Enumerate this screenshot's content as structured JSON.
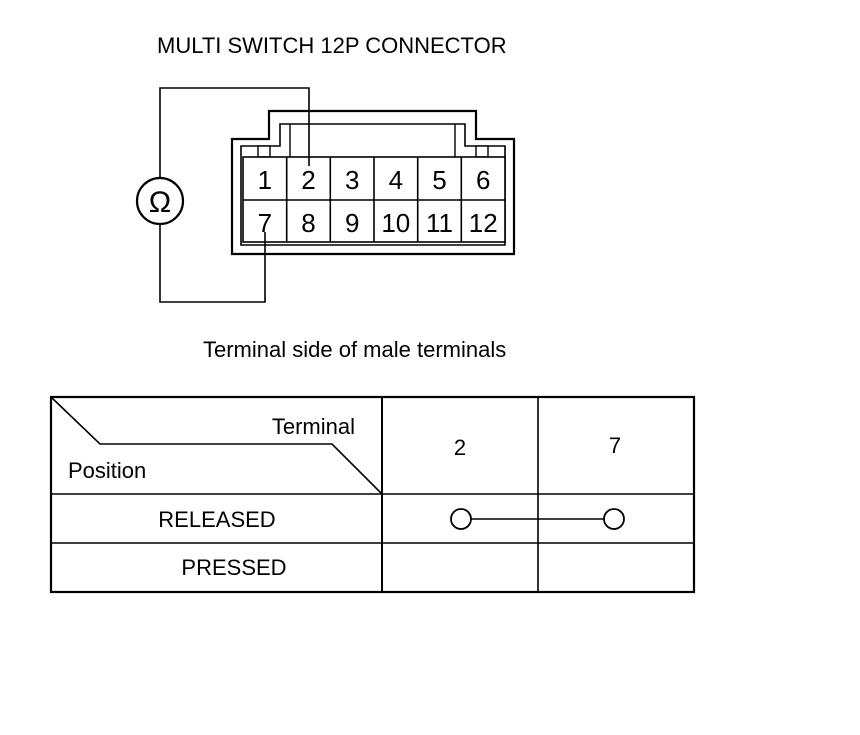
{
  "title": "MULTI SWITCH 12P CONNECTOR",
  "subtitle": "Terminal side of male terminals",
  "meter": {
    "symbol": "Ω",
    "icon": "ohmmeter-icon",
    "probes": [
      "2",
      "7"
    ]
  },
  "connector": {
    "rows": [
      [
        "1",
        "2",
        "3",
        "4",
        "5",
        "6"
      ],
      [
        "7",
        "8",
        "9",
        "10",
        "11",
        "12"
      ]
    ]
  },
  "table": {
    "header_row_label": "Terminal",
    "header_col_label": "Position",
    "terminals": [
      "2",
      "7"
    ],
    "rows": [
      {
        "position": "RELEASED",
        "continuity": true
      },
      {
        "position": "PRESSED",
        "continuity": false
      }
    ]
  }
}
